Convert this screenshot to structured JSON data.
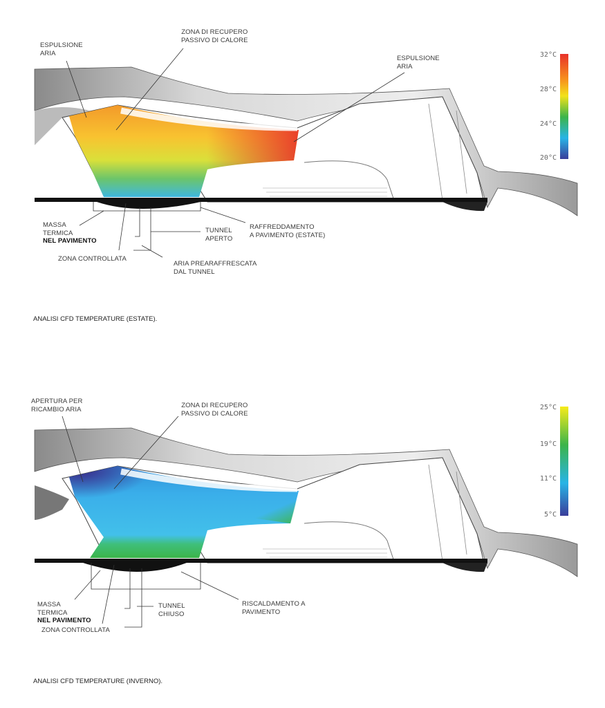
{
  "summer": {
    "caption": "ANALISI CFD TEMPERATURE (ESTATE).",
    "labels": {
      "exhaust_left": "ESPULSIONE\nARIA",
      "heat_recovery": "ZONA DI RECUPERO\nPASSIVO DI CALORE",
      "exhaust_right": "ESPULSIONE\nARIA",
      "thermal_mass_1": "MASSA\nTERMICA",
      "thermal_mass_2": "NEL PAVIMENTO",
      "tunnel": "TUNNEL\nAPERTO",
      "floor_cooling": "RAFFREDDAMENTO\nA PAVIMENTO (ESTATE)",
      "controlled_zone": "ZONA CONTROLLATA",
      "precooled_air": "ARIA PREARAFFRESCATA\nDAL TUNNEL"
    },
    "scale": {
      "ticks": [
        "32°C",
        "28°C",
        "24°C",
        "20°C"
      ],
      "colors": [
        "#e8312a",
        "#f7941d",
        "#f2e21a",
        "#3cb44a",
        "#28b4e6",
        "#3a3d9a"
      ]
    }
  },
  "winter": {
    "caption": "ANALISI CFD TEMPERATURE (INVERNO).",
    "labels": {
      "air_opening": "APERTURA PER\nRICAMBIO ARIA",
      "heat_recovery": "ZONA DI RECUPERO\nPASSIVO DI CALORE",
      "thermal_mass_1": "MASSA\nTERMICA",
      "thermal_mass_2": "NEL PAVIMENTO",
      "tunnel": "TUNNEL\nCHIUSO",
      "floor_heating": "RISCALDAMENTO A\nPAVIMENTO",
      "controlled_zone": "ZONA CONTROLLATA"
    },
    "scale": {
      "ticks": [
        "25°C",
        "19°C",
        "11°C",
        "5°C"
      ],
      "colors": [
        "#f7ec1a",
        "#3cb44a",
        "#28b4e6",
        "#3a3d9a"
      ]
    }
  }
}
